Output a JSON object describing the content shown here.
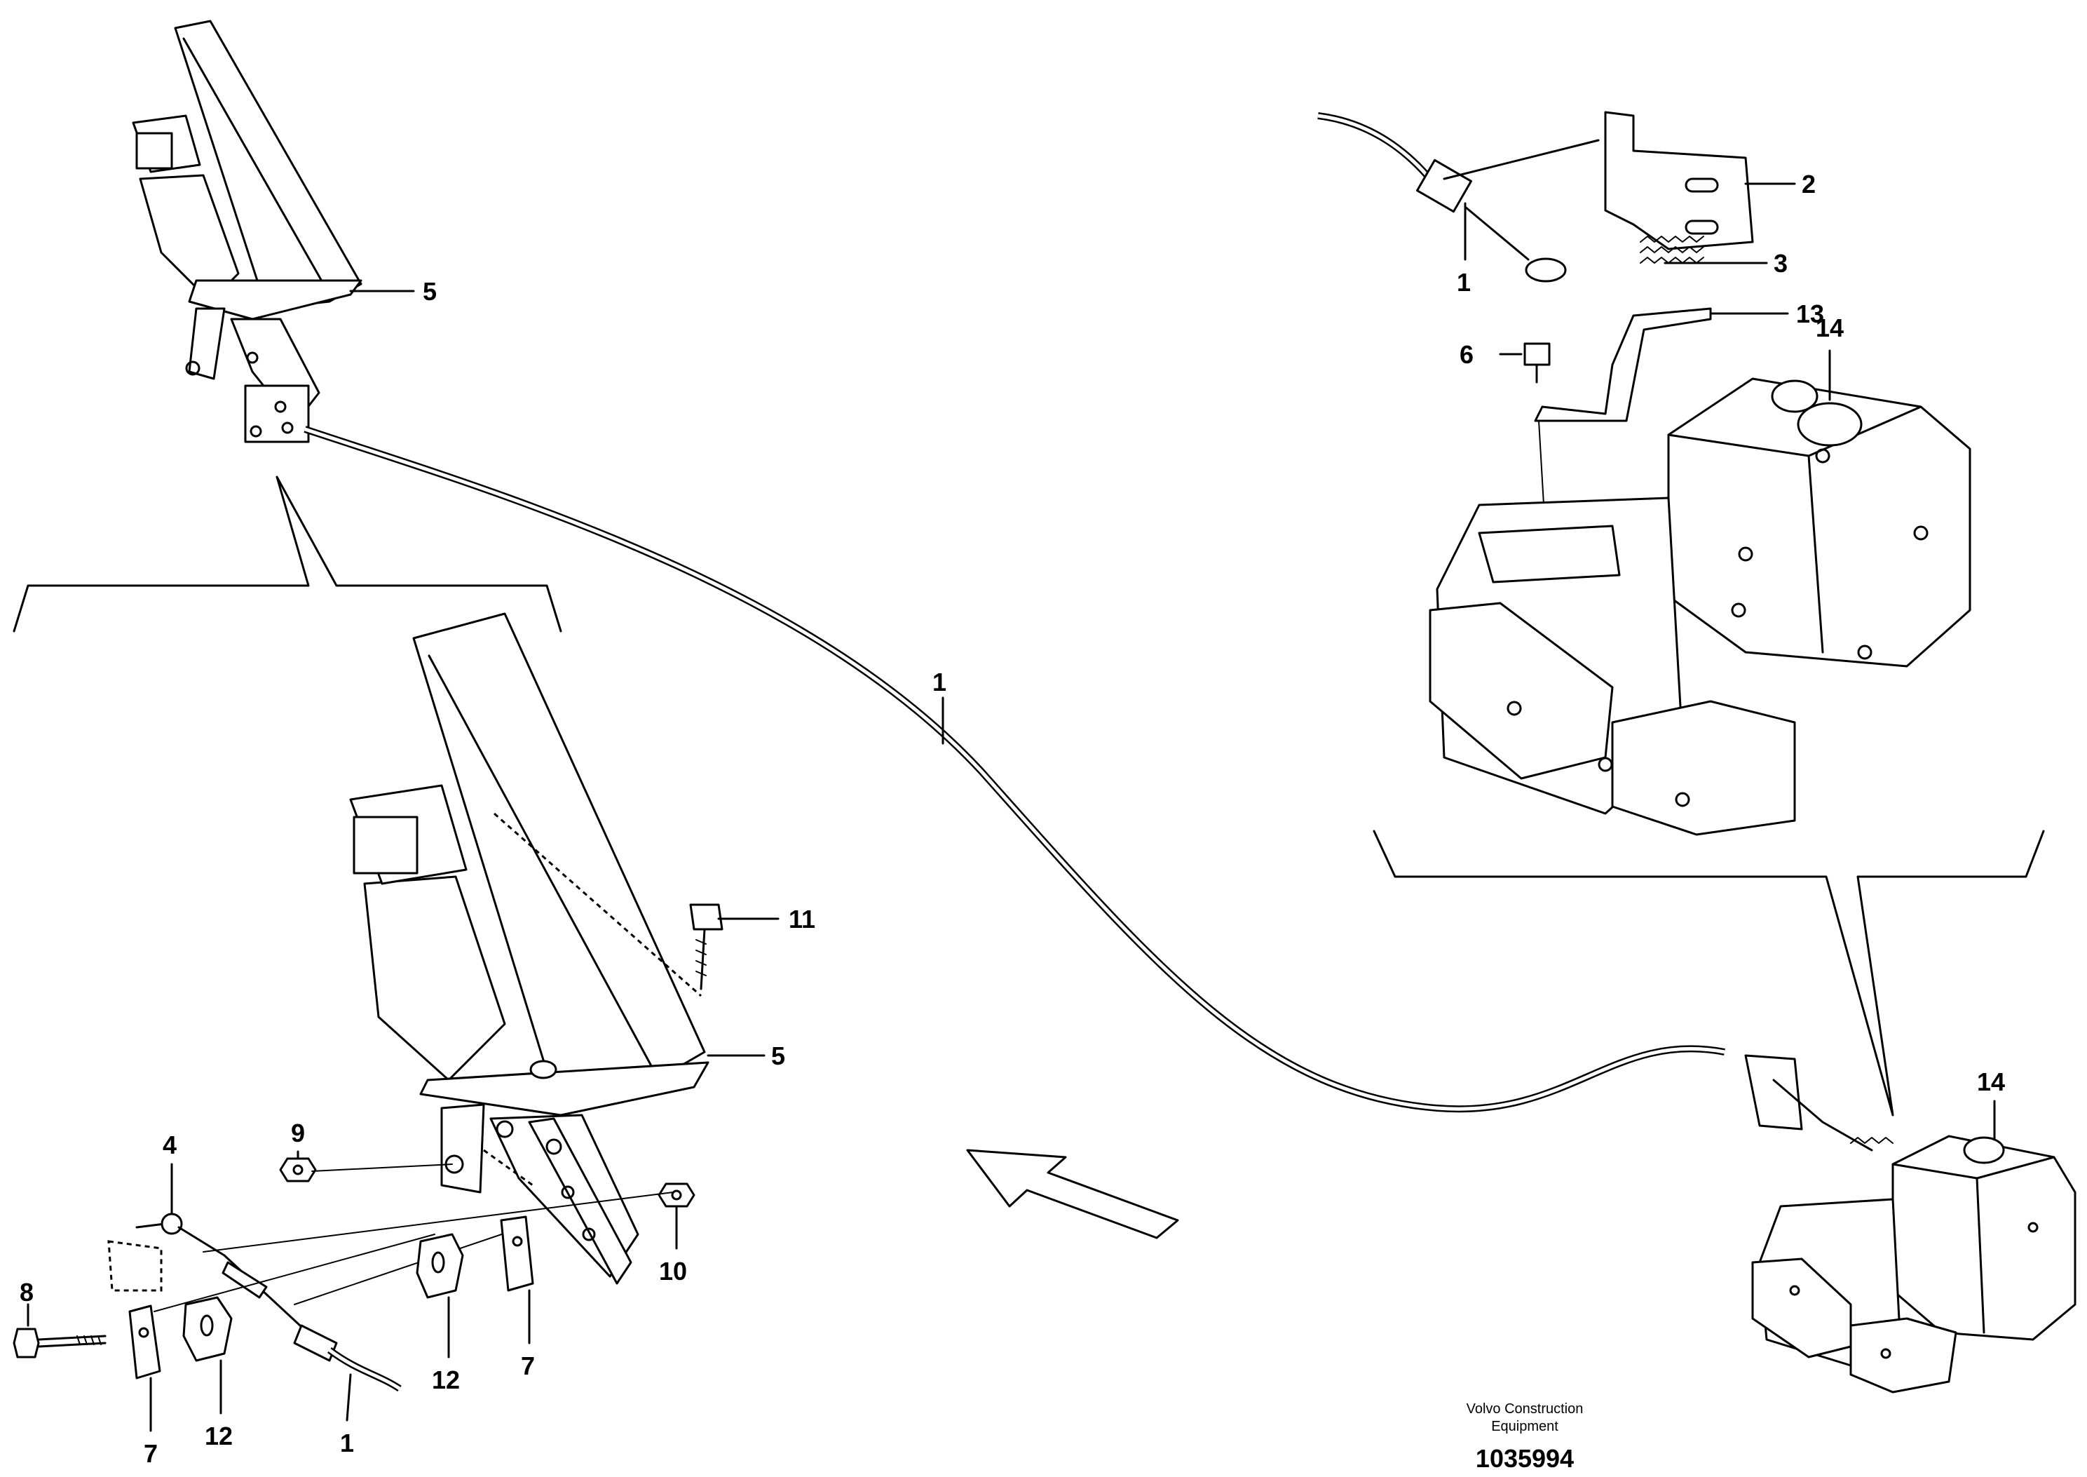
{
  "callouts": {
    "c5_top": "5",
    "c1_center": "1",
    "c2": "2",
    "c3": "3",
    "c1_pump": "1",
    "c13": "13",
    "c6": "6",
    "c14_detail": "14",
    "c11": "11",
    "c5_detail": "5",
    "c14_small": "14",
    "c4": "4",
    "c9": "9",
    "c10": "10",
    "c8": "8",
    "c12_right": "12",
    "c7_right": "7",
    "c7_left": "7",
    "c12_left": "12",
    "c1_bottom": "1"
  },
  "credit": {
    "line1": "Volvo Construction",
    "line2": "Equipment"
  },
  "document_number": "1035994"
}
